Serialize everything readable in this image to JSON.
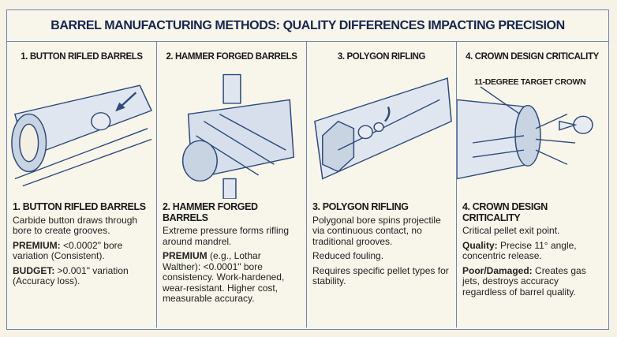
{
  "title": "BARREL MANUFACTURING METHODS: QUALITY DIFFERENCES IMPACTING PRECISION",
  "columns": [
    {
      "header": "1. BUTTON RIFLED BARRELS",
      "title": "1. BUTTON RIFLED BARRELS",
      "desc": "Carbide button draws through bore to create grooves.",
      "p2_label": "PREMIUM:",
      "p2_text": " <0.0002\" bore variation (Consistent).",
      "p3_label": "BUDGET:",
      "p3_text": " >0.001\" variation (Accuracy loss)."
    },
    {
      "header": "2. HAMMER FORGED BARRELS",
      "title": "2. HAMMER FORGED BARRELS",
      "desc": "Extreme pressure forms rifling around mandrel.",
      "p2_label": "PREMIUM",
      "p2_text": " (e.g., Lothar Walther): <0.0001\" bore consistency. Work-hardened, wear-resistant. Higher cost, measurable accuracy."
    },
    {
      "header": "3. POLYGON RIFLING",
      "title": "3. POLYGON RIFLING",
      "desc": "Polygonal bore spins projectile via continuous contact, no traditional grooves.",
      "p2_text": "Reduced fouling.",
      "p3_text": "Requires specific pellet types for stability."
    },
    {
      "header": "4. CROWN DESIGN CRITICALITY",
      "title": "4. CROWN DESIGN CRITICALITY",
      "image_label": "11-DEGREE TARGET CROWN",
      "desc": "Critical pellet exit point.",
      "p2_label": "Quality:",
      "p2_text": " Precise 11° angle, concentric release.",
      "p3_label": "Poor/Damaged:",
      "p3_text": " Creates gas jets, destroys accuracy regardless of barrel quality."
    }
  ],
  "colors": {
    "title": "#15254f",
    "border": "#6f86a8",
    "bg": "#f8f5ea",
    "ink": "#2d4a7a"
  }
}
